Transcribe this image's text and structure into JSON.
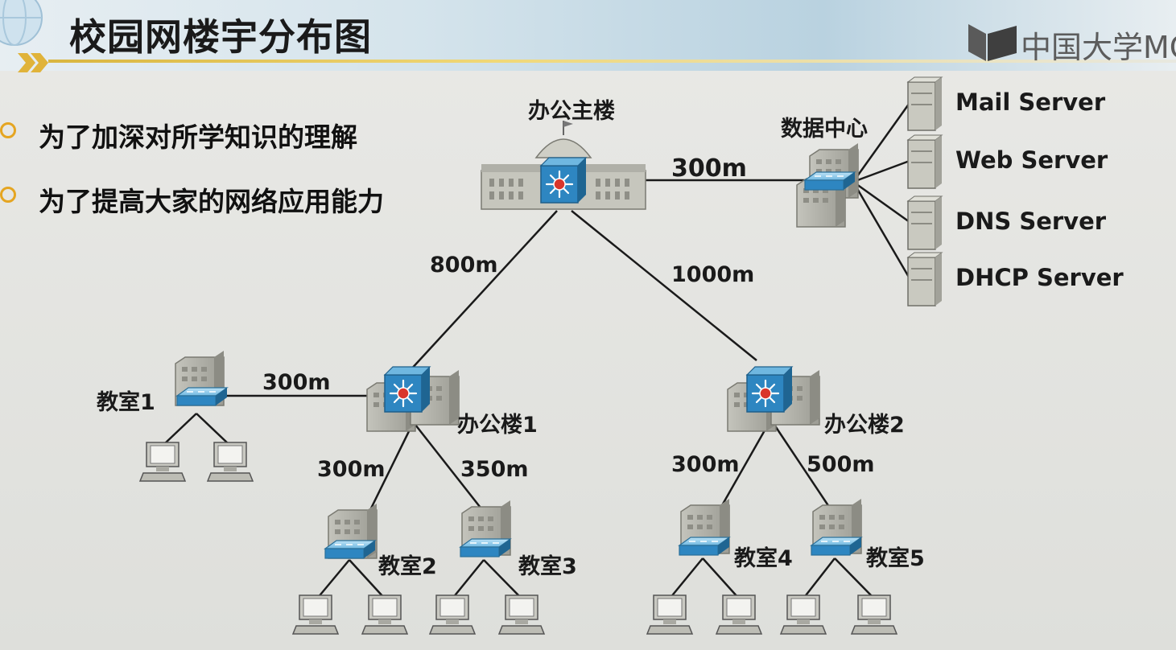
{
  "title": "校园网楼宇分布图",
  "brand": "中国大学MC",
  "bullets": [
    "为了加深对所学知识的理解",
    "为了提高大家的网络应用能力"
  ],
  "nodes": {
    "main_building": "办公主楼",
    "data_center": "数据中心",
    "office1": "办公楼1",
    "office2": "办公楼2",
    "classroom1": "教室1",
    "classroom2": "教室2",
    "classroom3": "教室3",
    "classroom4": "教室4",
    "classroom5": "教室5"
  },
  "servers": [
    "Mail Server",
    "Web Server",
    "DNS Server",
    "DHCP Server"
  ],
  "distances": {
    "main_to_datacenter": "300m",
    "main_to_office1": "800m",
    "main_to_office2": "1000m",
    "office1_to_classroom1": "300m",
    "office1_to_classroom2": "300m",
    "office1_to_classroom3": "350m",
    "office2_to_classroom4": "300m",
    "office2_to_classroom5": "500m"
  },
  "colors": {
    "switch_blue": "#2e86c1",
    "bullet_gold": "#e5a521",
    "building_gray": "#b9b9b0"
  }
}
